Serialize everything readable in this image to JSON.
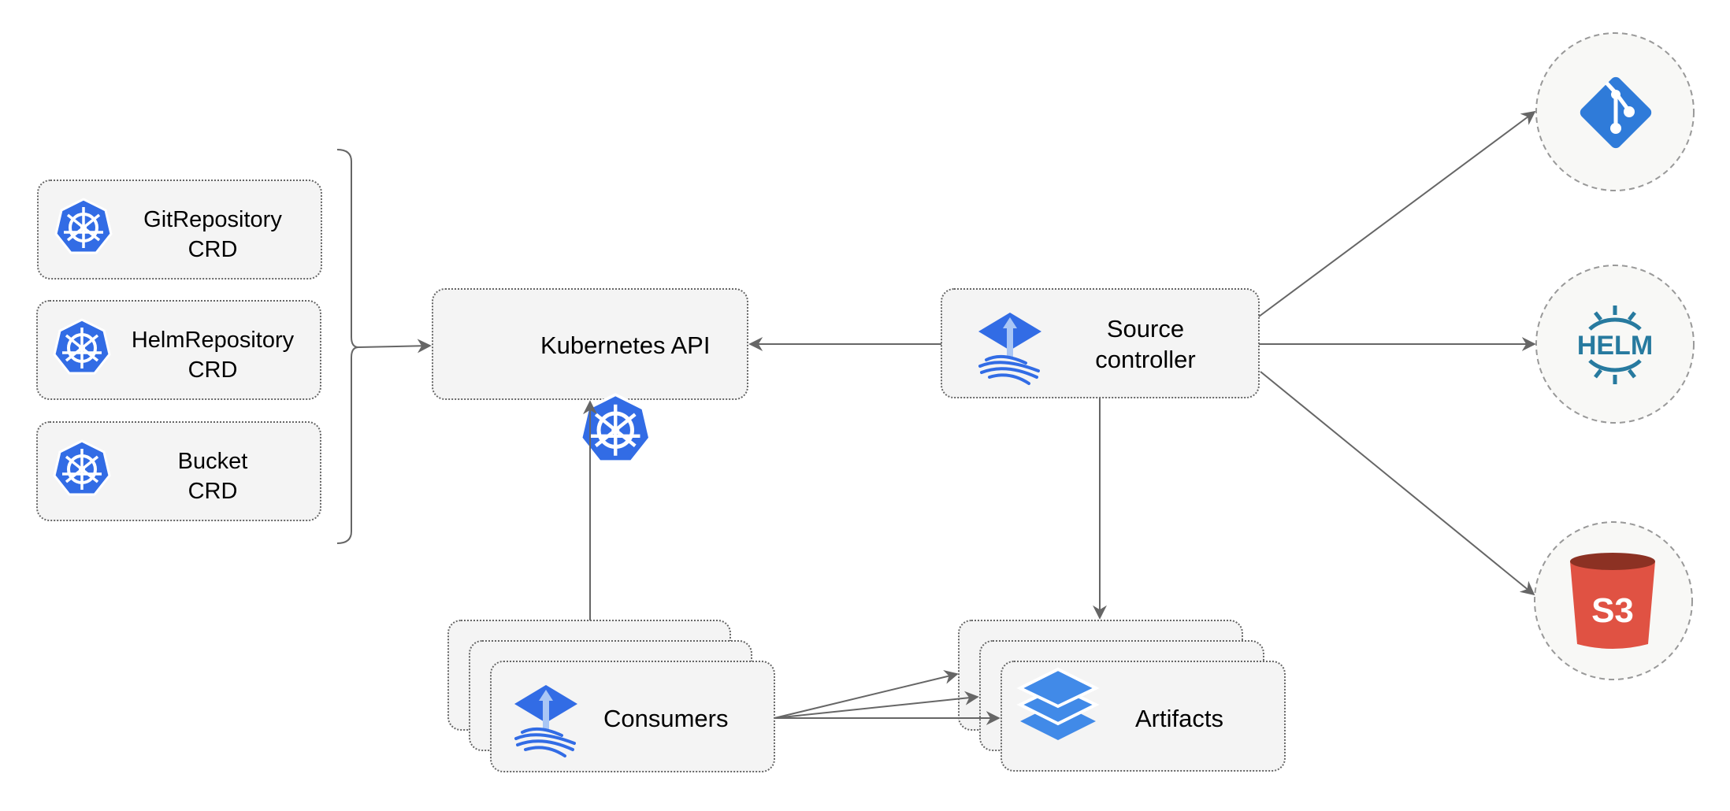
{
  "nodes": {
    "git_crd": {
      "line1": "GitRepository",
      "line2": "CRD"
    },
    "helm_crd": {
      "line1": "HelmRepository",
      "line2": "CRD"
    },
    "bucket_crd": {
      "line1": "Bucket",
      "line2": "CRD"
    },
    "kubernetes_api": {
      "label": "Kubernetes API"
    },
    "source_controller": {
      "line1": "Source",
      "line2": "controller"
    },
    "consumers": {
      "label": "Consumers"
    },
    "artifacts": {
      "label": "Artifacts"
    },
    "helm_logo": {
      "label": "HELM"
    },
    "s3_logo": {
      "label": "S3"
    }
  },
  "icons": [
    "kubernetes-icon",
    "flux-icon",
    "git-icon",
    "helm-icon",
    "s3-bucket-icon",
    "layers-icon"
  ],
  "colors": {
    "kubernetes_blue": "#326ce5",
    "git_blue": "#2f7bd9",
    "helm_teal": "#277a9f",
    "s3_red": "#e05243",
    "edge": "#666666"
  }
}
